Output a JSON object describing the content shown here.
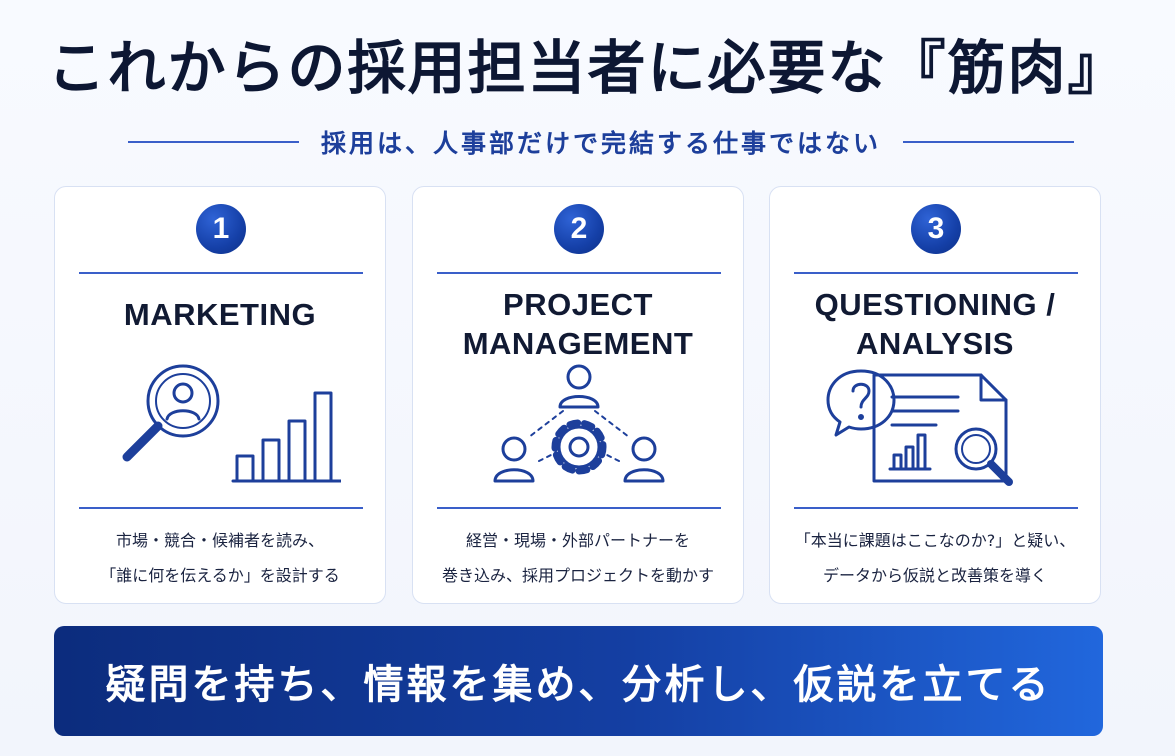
{
  "title": "これからの採用担当者に必要な『筋肉』",
  "subtitle": "採用は、人事部だけで完結する仕事ではない",
  "colors": {
    "accent": "#1540a8",
    "line": "#3a5fc9",
    "icon_stroke": "#1d3f9b",
    "banner_start": "#0c2c7d",
    "banner_end": "#2167dd"
  },
  "cards": [
    {
      "number": "1",
      "heading_lines": [
        "MARKETING"
      ],
      "icon": "magnifier-person-bar-chart-icon",
      "description_lines": [
        "市場・競合・候補者を読み、",
        "「誰に何を伝えるか」を設計する"
      ]
    },
    {
      "number": "2",
      "heading_lines": [
        "PROJECT",
        "MANAGEMENT"
      ],
      "icon": "people-network-gear-icon",
      "description_lines": [
        "経営・現場・外部パートナーを",
        "巻き込み、採用プロジェクトを動かす"
      ]
    },
    {
      "number": "3",
      "heading_lines": [
        "QUESTIONING /",
        "ANALYSIS"
      ],
      "icon": "question-document-analysis-icon",
      "description_lines": [
        "「本当に課題はここなのか?」と疑い、",
        "データから仮説と改善策を導く"
      ]
    }
  ],
  "banner": {
    "text": "疑問を持ち、情報を集め、分析し、仮説を立てる"
  }
}
